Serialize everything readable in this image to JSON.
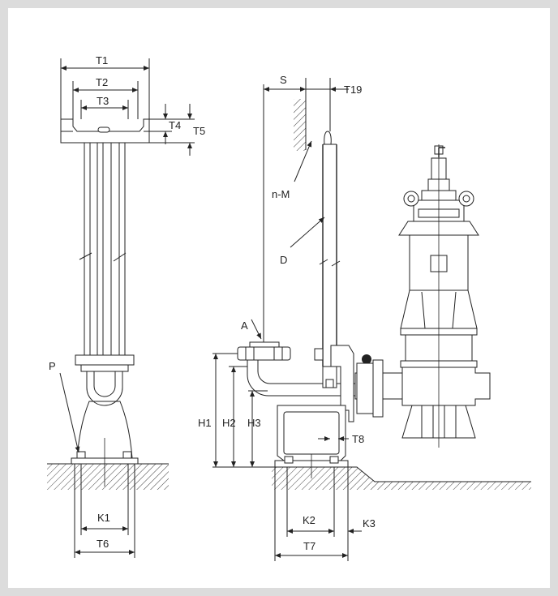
{
  "labels": {
    "T1": "T1",
    "T2": "T2",
    "T3": "T3",
    "T4": "T4",
    "T5": "T5",
    "T6": "T6",
    "T7": "T7",
    "T8": "T8",
    "T19": "T19",
    "S": "S",
    "nM": "n-M",
    "D": "D",
    "A": "A",
    "P": "P",
    "H1": "H1",
    "H2": "H2",
    "H3": "H3",
    "K1": "K1",
    "K2": "K2",
    "K3": "K3"
  }
}
